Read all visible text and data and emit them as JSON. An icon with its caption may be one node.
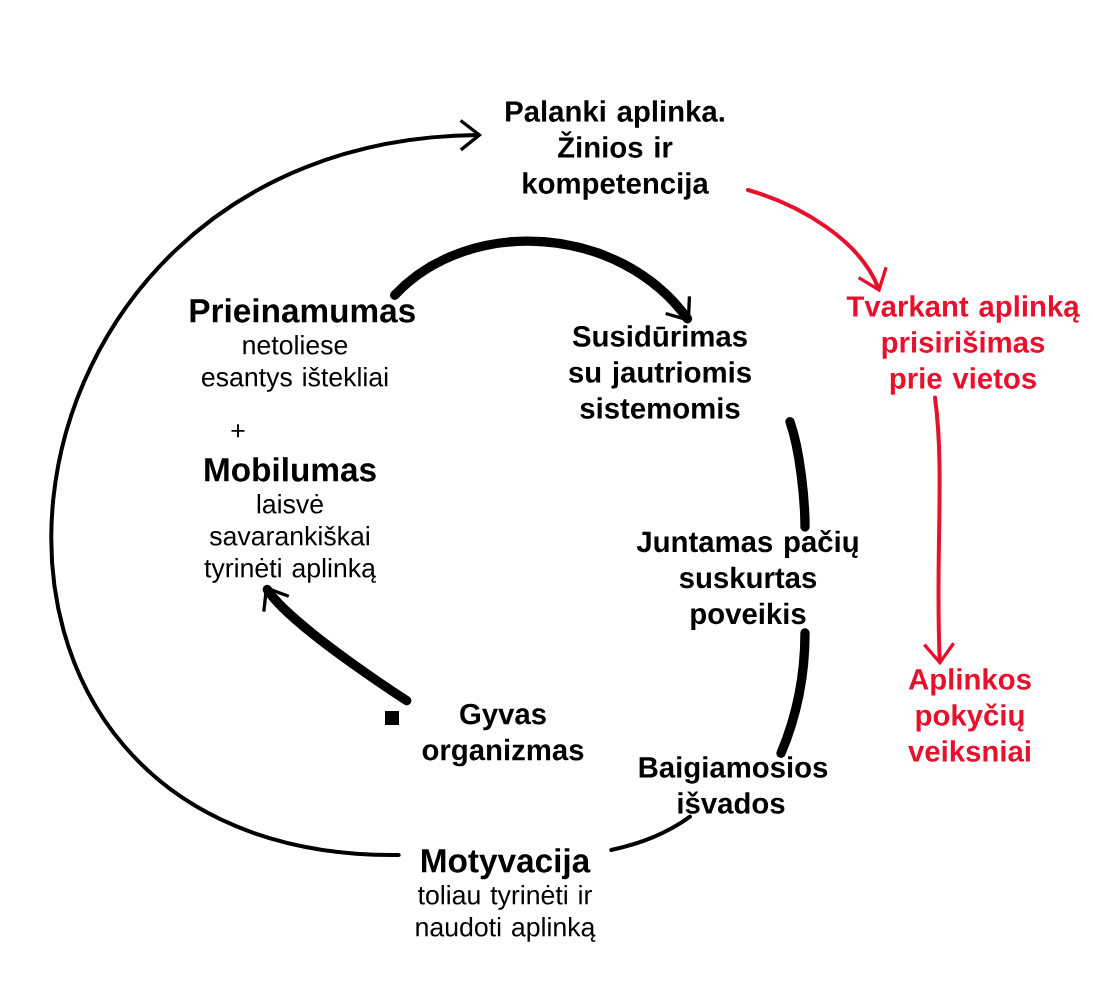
{
  "diagram": {
    "nodes": [
      {
        "text": [
          "Palanki aplinka. Žinios ir kompetencija"
        ]
      },
      {
        "text": [
          "Prieinamumas",
          "netoliese esantys ištekliai"
        ]
      },
      {
        "text": [
          "Mobilumas",
          "laisvė savarankiškai tyrinėti aplinką"
        ]
      },
      {
        "text": [
          "Susidūrimas su jautriomis sistemomis"
        ]
      },
      {
        "text": [
          "Juntamas pačių suskurtas poveikis"
        ]
      },
      {
        "text": [
          "Gyvas organizmas"
        ]
      },
      {
        "text": [
          "Baigiamosios išvados"
        ]
      },
      {
        "text": [
          "Motyvacija",
          "toliau tyrinėti ir naudoti aplinką"
        ]
      },
      {
        "text": [
          "Tvarkant aplinką prisirišimas prie vietos"
        ]
      },
      {
        "text": [
          "Aplinkos pokyčių veiksniai"
        ]
      }
    ],
    "edges": [
      {
        "from": 7,
        "to": 0,
        "arrow": "to"
      },
      {
        "from": 5,
        "to": 2,
        "arrow": "to",
        "style": "thick"
      },
      {
        "from": 1,
        "to": 3,
        "arrow": "to",
        "style": "thick"
      },
      {
        "from": 3,
        "to": 4,
        "arrow": "none",
        "style": "thick"
      },
      {
        "from": 4,
        "to": 6,
        "arrow": "none",
        "style": "thick"
      },
      {
        "from": 6,
        "to": 7,
        "arrow": "none"
      },
      {
        "from": 0,
        "to": 8,
        "arrow": "to",
        "color": "#e8112d"
      },
      {
        "from": 8,
        "to": 9,
        "arrow": "to",
        "color": "#e8112d"
      }
    ],
    "labels": [
      "+"
    ]
  }
}
